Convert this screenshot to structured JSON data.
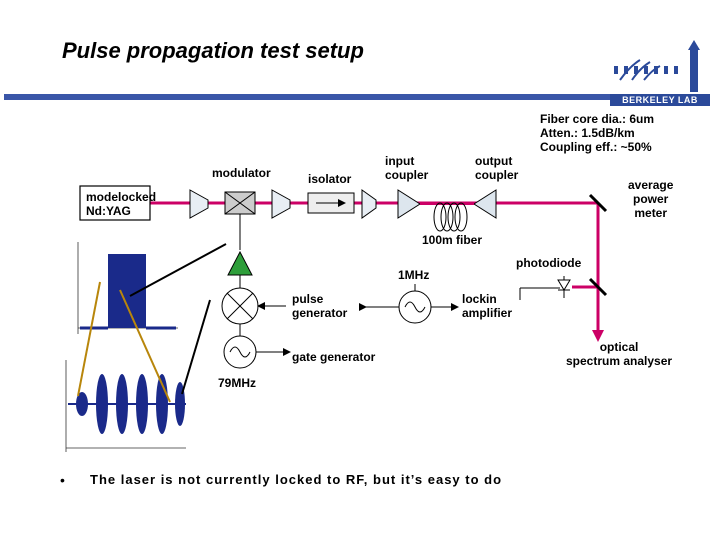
{
  "title": "Pulse propagation test setup",
  "logo": {
    "text": "BERKELEY LAB"
  },
  "labels": {
    "fiber_specs": "Fiber core dia.: 6um\nAtten.: 1.5dB/km\nCoupling eff.: ~50%",
    "modulator": "modulator",
    "isolator": "isolator",
    "input_coupler": "input\ncoupler",
    "output_coupler": "output\ncoupler",
    "modelocked": "modelocked\nNd:YAG",
    "power_meter": "average\npower\nmeter",
    "fiber": "100m fiber",
    "photodiode": "photodiode",
    "freq_1mhz": "1MHz",
    "pulse_generator": "pulse\ngenerator",
    "lockin": "lockin\namplifier",
    "spectrum_analyser": "optical\nspectrum analyser",
    "gate_generator": "gate generator",
    "freq_79mhz": "79MHz"
  },
  "bullet": "The laser is not currently locked to RF, but it’s easy to do",
  "colors": {
    "rule": "#3a56a8",
    "beam": "#cc0066",
    "green": "#2e9e3a",
    "trace": "#1a2a8a"
  }
}
